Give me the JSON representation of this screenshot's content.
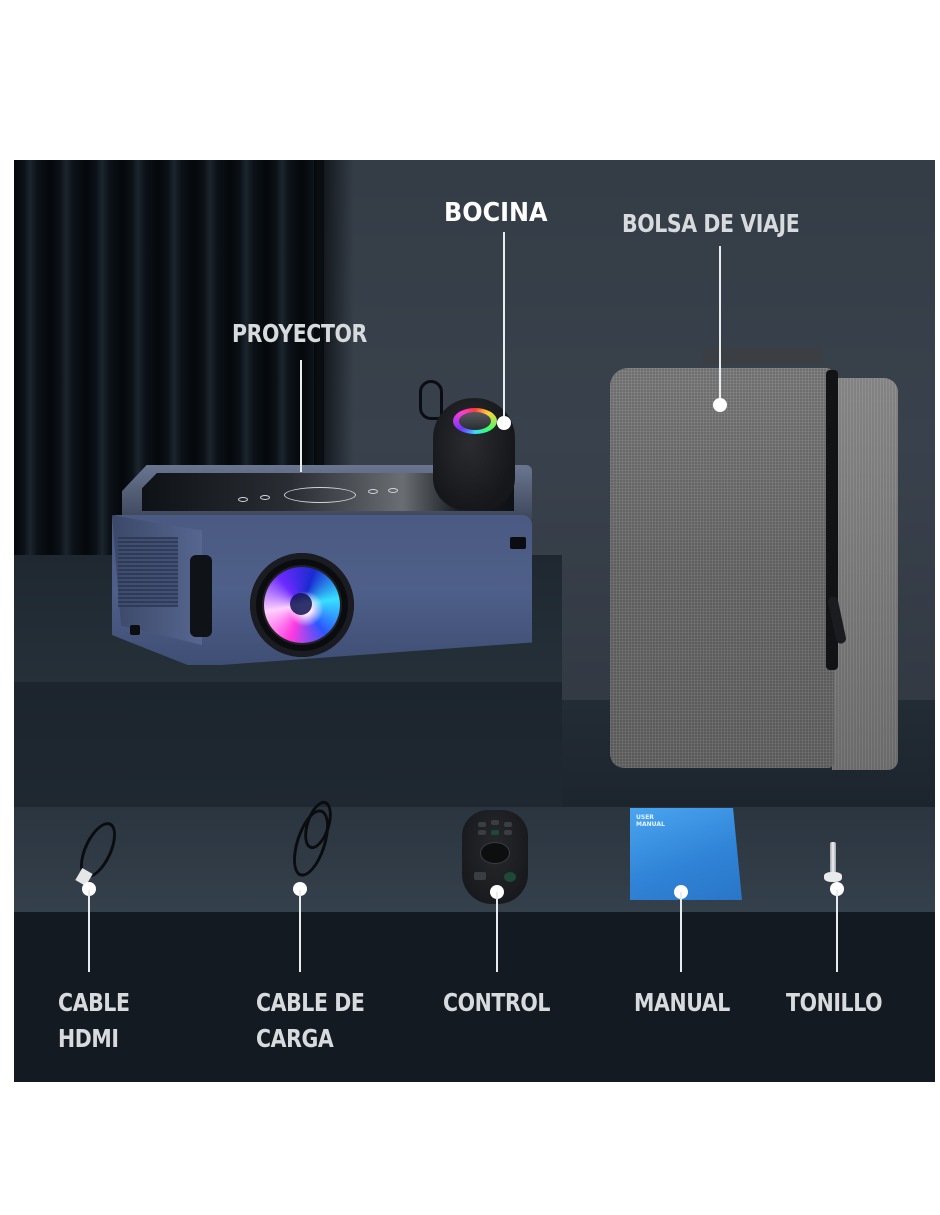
{
  "image": {
    "type": "product-contents-infographic",
    "background": "#ffffff",
    "panel_color": "#2f3640",
    "label_band_color": "#141a21",
    "label_color": "#d8dbde"
  },
  "top_items": [
    {
      "id": "projector",
      "label": "PROYECTOR"
    },
    {
      "id": "speaker",
      "label": "BOCINA"
    },
    {
      "id": "travel-bag",
      "label": "BOLSA DE VIAJE"
    }
  ],
  "bottom_items": [
    {
      "id": "hdmi-cable",
      "label_line1": "CABLE",
      "label_line2": "HDMI"
    },
    {
      "id": "charging-cable",
      "label_line1": "CABLE DE",
      "label_line2": "CARGA"
    },
    {
      "id": "remote-control",
      "label_line1": "CONTROL",
      "label_line2": ""
    },
    {
      "id": "manual",
      "label_line1": "MANUAL",
      "label_line2": ""
    },
    {
      "id": "screw",
      "label_line1": "TONILLO",
      "label_line2": ""
    }
  ],
  "manual_cover": {
    "title": "USER MANUAL"
  },
  "colors": {
    "projector_body": "#4e5f89",
    "backpack_fabric": "#737373",
    "manual_cover": "#3b93e3",
    "callout_line": "#e9ecef"
  }
}
